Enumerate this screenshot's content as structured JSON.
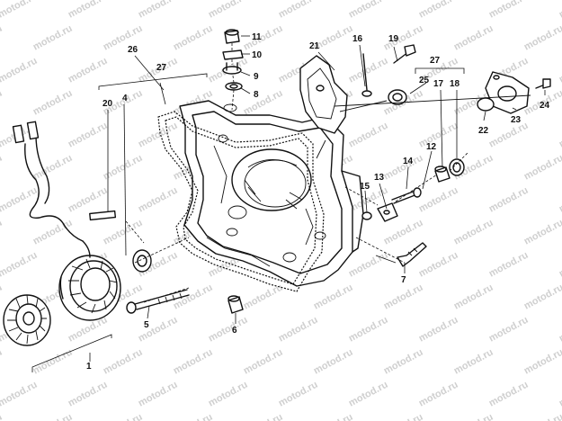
{
  "watermark": {
    "text": "motod.ru",
    "color": "#cfcfcf"
  },
  "callouts": [
    {
      "id": "c1",
      "text": "1"
    },
    {
      "id": "c4",
      "text": "4"
    },
    {
      "id": "c5",
      "text": "5"
    },
    {
      "id": "c6",
      "text": "6"
    },
    {
      "id": "c7",
      "text": "7"
    },
    {
      "id": "c8",
      "text": "8"
    },
    {
      "id": "c9",
      "text": "9"
    },
    {
      "id": "c10",
      "text": "10"
    },
    {
      "id": "c11",
      "text": "11"
    },
    {
      "id": "c12",
      "text": "12"
    },
    {
      "id": "c13",
      "text": "13"
    },
    {
      "id": "c14",
      "text": "14"
    },
    {
      "id": "c15",
      "text": "15"
    },
    {
      "id": "c16",
      "text": "16"
    },
    {
      "id": "c17",
      "text": "17"
    },
    {
      "id": "c18",
      "text": "18"
    },
    {
      "id": "c19",
      "text": "19"
    },
    {
      "id": "c20",
      "text": "20"
    },
    {
      "id": "c21",
      "text": "21"
    },
    {
      "id": "c22",
      "text": "22"
    },
    {
      "id": "c23",
      "text": "23"
    },
    {
      "id": "c24",
      "text": "24"
    },
    {
      "id": "c25",
      "text": "25"
    },
    {
      "id": "c26",
      "text": "26"
    },
    {
      "id": "c27a",
      "text": "27"
    },
    {
      "id": "c27b",
      "text": "27"
    }
  ],
  "icons": [
    "crankcase-cover",
    "stator",
    "rotor",
    "gasket",
    "bolt",
    "oil-seal",
    "bearing",
    "dowel-pin",
    "breather-cover"
  ]
}
